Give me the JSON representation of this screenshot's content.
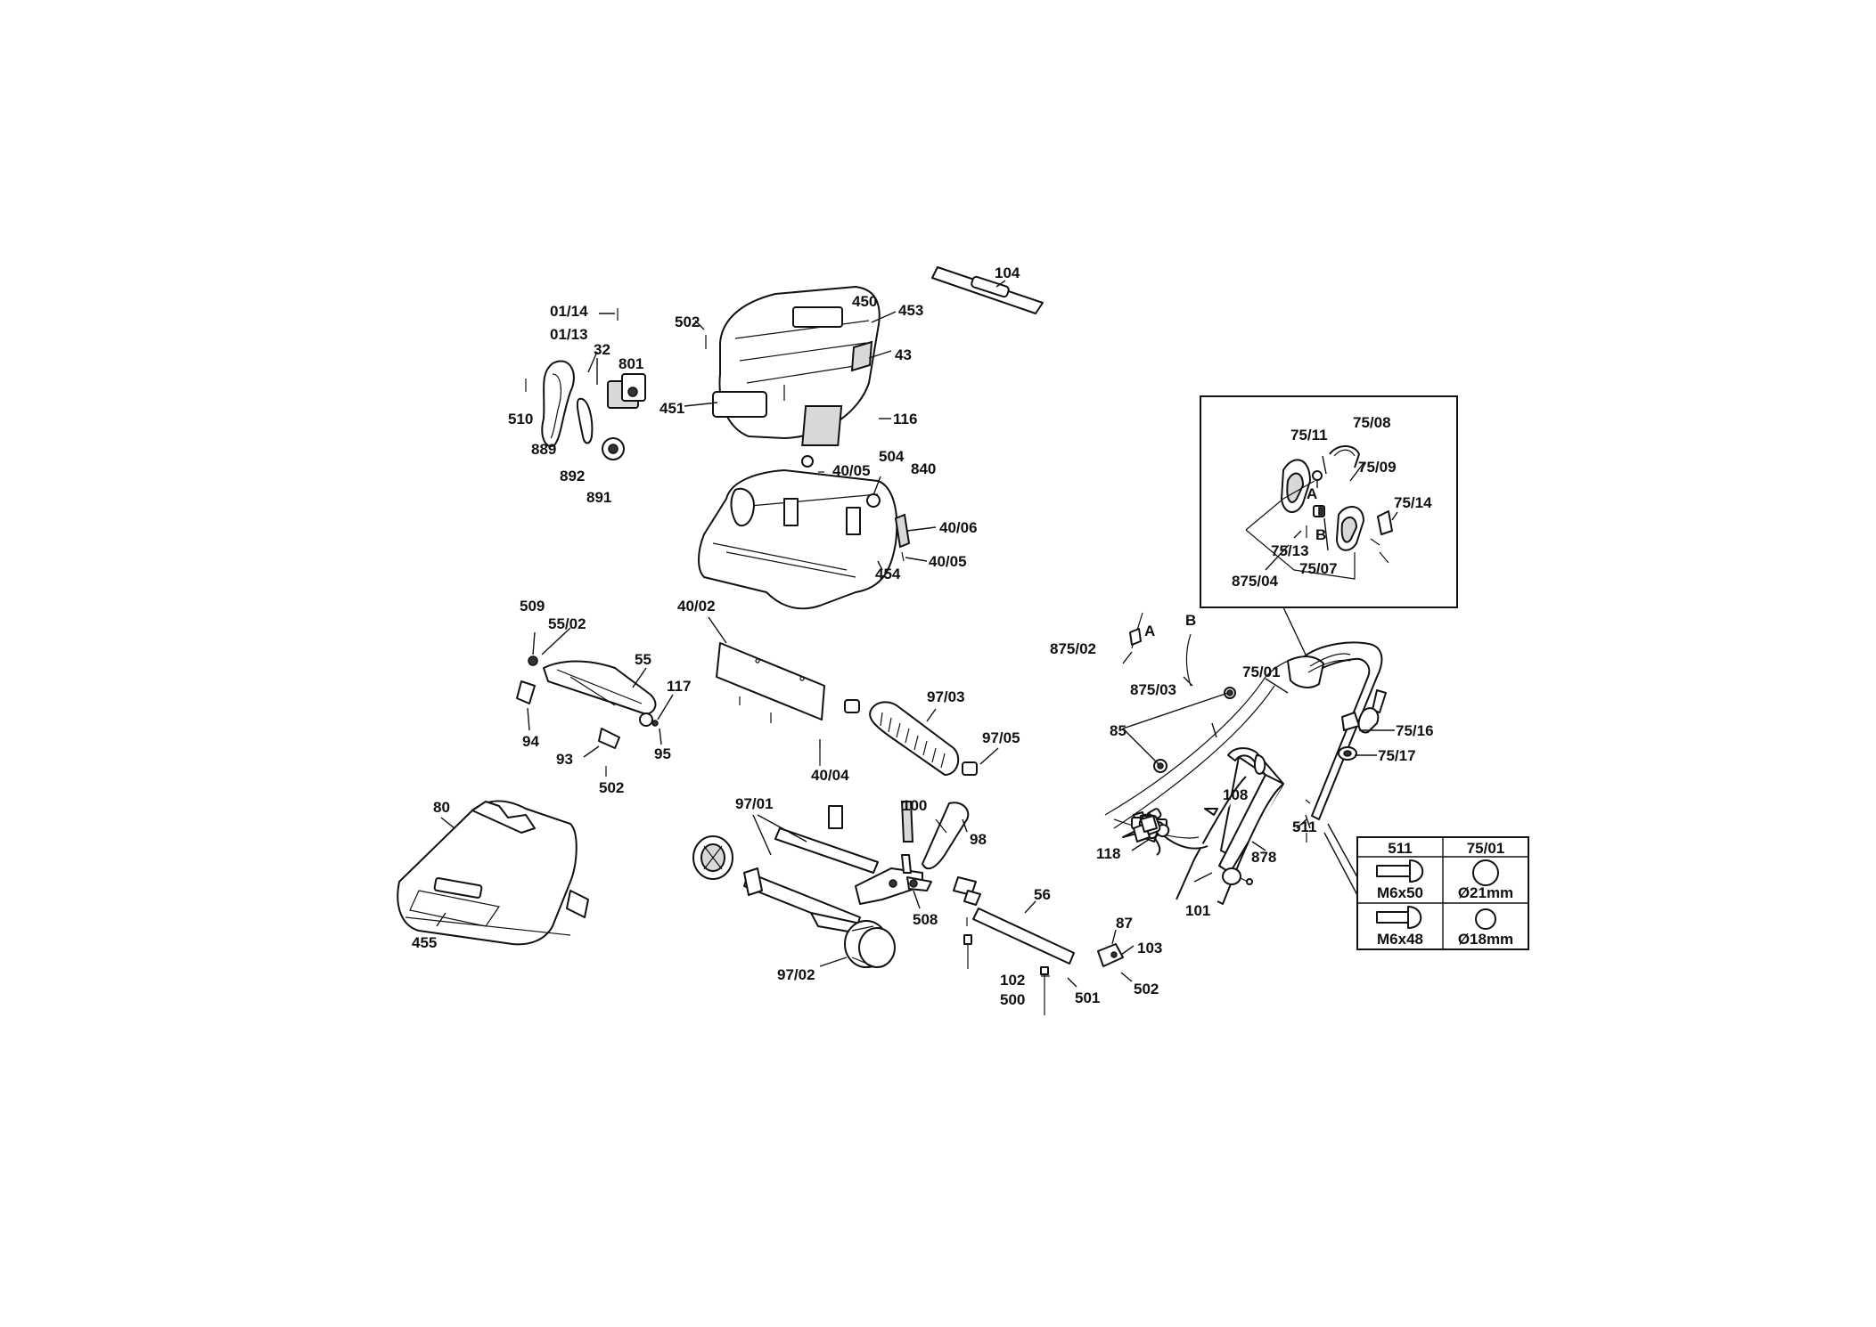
{
  "labels": [
    {
      "id": "01-14",
      "text": "01/14"
    },
    {
      "id": "01-13",
      "text": "01/13"
    },
    {
      "id": "32",
      "text": "32"
    },
    {
      "id": "801",
      "text": "801"
    },
    {
      "id": "510",
      "text": "510"
    },
    {
      "id": "889",
      "text": "889"
    },
    {
      "id": "892",
      "text": "892"
    },
    {
      "id": "891",
      "text": "891"
    },
    {
      "id": "502a",
      "text": "502"
    },
    {
      "id": "451",
      "text": "451"
    },
    {
      "id": "450",
      "text": "450"
    },
    {
      "id": "453",
      "text": "453"
    },
    {
      "id": "43",
      "text": "43"
    },
    {
      "id": "104",
      "text": "104"
    },
    {
      "id": "116",
      "text": "116"
    },
    {
      "id": "40-05a",
      "text": "40/05"
    },
    {
      "id": "504",
      "text": "504"
    },
    {
      "id": "840",
      "text": "840"
    },
    {
      "id": "40-06",
      "text": "40/06"
    },
    {
      "id": "40-05b",
      "text": "40/05"
    },
    {
      "id": "454",
      "text": "454"
    },
    {
      "id": "40-02",
      "text": "40/02"
    },
    {
      "id": "509",
      "text": "509"
    },
    {
      "id": "55-02",
      "text": "55/02"
    },
    {
      "id": "55",
      "text": "55"
    },
    {
      "id": "117",
      "text": "117"
    },
    {
      "id": "94",
      "text": "94"
    },
    {
      "id": "95",
      "text": "95"
    },
    {
      "id": "93",
      "text": "93"
    },
    {
      "id": "502b",
      "text": "502"
    },
    {
      "id": "97-03",
      "text": "97/03"
    },
    {
      "id": "97-05",
      "text": "97/05"
    },
    {
      "id": "40-04",
      "text": "40/04"
    },
    {
      "id": "80",
      "text": "80"
    },
    {
      "id": "455",
      "text": "455"
    },
    {
      "id": "97-01",
      "text": "97/01"
    },
    {
      "id": "100",
      "text": "100"
    },
    {
      "id": "98",
      "text": "98"
    },
    {
      "id": "508",
      "text": "508"
    },
    {
      "id": "97-02",
      "text": "97/02"
    },
    {
      "id": "56",
      "text": "56"
    },
    {
      "id": "102",
      "text": "102"
    },
    {
      "id": "500",
      "text": "500"
    },
    {
      "id": "501",
      "text": "501"
    },
    {
      "id": "87",
      "text": "87"
    },
    {
      "id": "103",
      "text": "103"
    },
    {
      "id": "502c",
      "text": "502"
    },
    {
      "id": "875-02",
      "text": "875/02"
    },
    {
      "id": "A1",
      "text": "A"
    },
    {
      "id": "B1",
      "text": "B"
    },
    {
      "id": "875-03",
      "text": "875/03"
    },
    {
      "id": "75-01",
      "text": "75/01"
    },
    {
      "id": "85",
      "text": "85"
    },
    {
      "id": "108",
      "text": "108"
    },
    {
      "id": "118",
      "text": "118"
    },
    {
      "id": "878",
      "text": "878"
    },
    {
      "id": "101",
      "text": "101"
    },
    {
      "id": "511",
      "text": "511"
    },
    {
      "id": "75-16",
      "text": "75/16"
    },
    {
      "id": "75-17",
      "text": "75/17"
    },
    {
      "id": "75-11",
      "text": "75/11"
    },
    {
      "id": "75-08",
      "text": "75/08"
    },
    {
      "id": "75-09",
      "text": "75/09"
    },
    {
      "id": "A2",
      "text": "A"
    },
    {
      "id": "B2",
      "text": "B"
    },
    {
      "id": "75-14",
      "text": "75/14"
    },
    {
      "id": "75-13",
      "text": "75/13"
    },
    {
      "id": "75-07",
      "text": "75/07"
    },
    {
      "id": "875-04",
      "text": "875/04"
    }
  ],
  "table": {
    "headers": [
      "511",
      "75/01"
    ],
    "rows": [
      {
        "size": "M6x50",
        "diameter": "Ø21mm"
      },
      {
        "size": "M6x48",
        "diameter": "Ø18mm"
      }
    ]
  }
}
